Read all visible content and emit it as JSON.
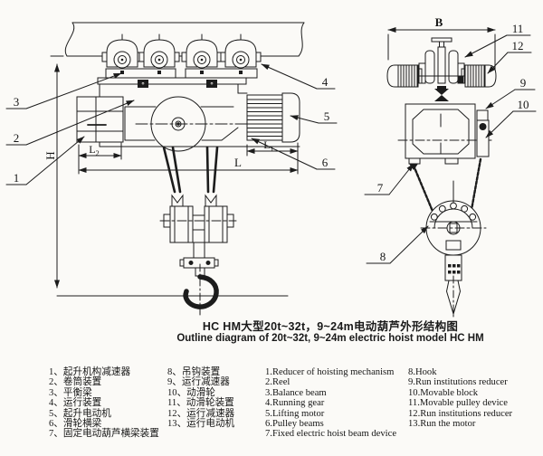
{
  "title": {
    "line1": "HC  HM大型20t~32t，9~24m电动葫芦外形结构图",
    "line2": "Outline diagram of 20t~32t, 9~24m electric hoist model HC  HM"
  },
  "legend": {
    "cn_col1": [
      "1、起升机构减速器",
      "2、卷筒装置",
      "3、平衡梁",
      "4、运行装置",
      "5、起升电动机",
      "6、滑轮横梁",
      "7、固定电动葫芦横梁装置"
    ],
    "cn_col2": [
      "8、吊钩装置",
      "9、运行减速器",
      "10、动滑轮",
      "11、动滑轮装置",
      "12、运行减速器",
      "13、运行电动机"
    ],
    "en_col1": [
      "1.Reducer of hoisting mechanism",
      "2.Reel",
      "3.Balance beam",
      "4.Running gear",
      "5.Lifting motor",
      "6.Pulley beams",
      "7.Fixed electric hoist beam device"
    ],
    "en_col2": [
      "8.Hook",
      "9.Run institutions reducer",
      "10.Movable block",
      "11.Movable pulley device",
      "12.Run institutions reducer",
      "13.Run the motor"
    ]
  },
  "diagram": {
    "left_view": {
      "callouts": {
        "c1": "1",
        "c2": "2",
        "c3": "3",
        "c4": "4",
        "c5": "5",
        "c6": "6"
      },
      "dims": {
        "H": "H",
        "L": "L",
        "L1_main": "L",
        "L1_sub": "1",
        "L2_main": "L",
        "L2_sub": "2"
      }
    },
    "right_view": {
      "callouts": {
        "c7": "7",
        "c8": "8",
        "c9": "9",
        "c10": "10",
        "c11": "11",
        "c12": "12"
      },
      "dims": {
        "B": "B"
      }
    }
  },
  "colors": {
    "line": "#1c1c1c",
    "background": "#fbfaf7"
  }
}
